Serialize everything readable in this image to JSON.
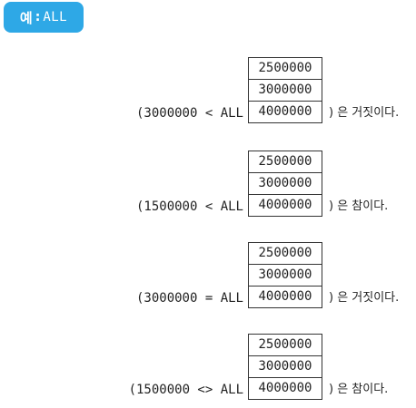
{
  "badge": {
    "korean": "예",
    "colon": ":",
    "word": "ALL"
  },
  "box_values": [
    "2500000",
    "3000000",
    "4000000"
  ],
  "examples": [
    {
      "expression": "(3000000 < ALL",
      "result": ") 은 거짓이다."
    },
    {
      "expression": "(1500000 < ALL",
      "result": ") 은 참이다."
    },
    {
      "expression": "(3000000 = ALL",
      "result": ") 은 거짓이다."
    },
    {
      "expression": "(1500000 <> ALL",
      "result": ") 은 참이다."
    }
  ]
}
